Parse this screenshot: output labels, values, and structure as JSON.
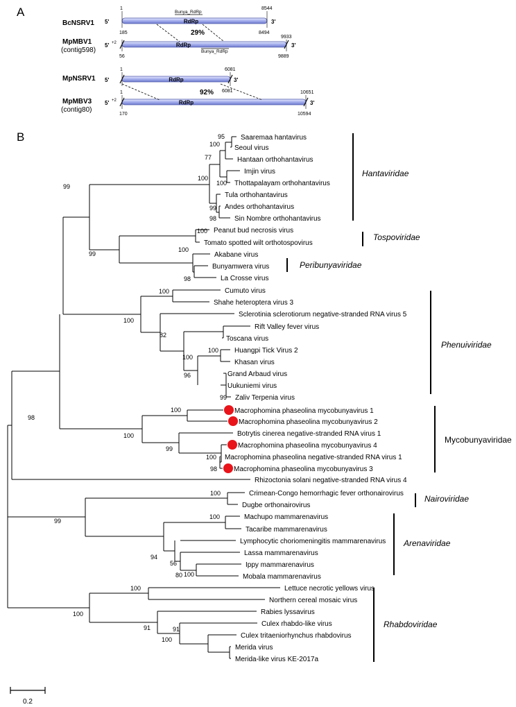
{
  "panel_a": {
    "label": "A",
    "rows": [
      {
        "name": "BcNSRV1",
        "sub": "",
        "five": "5'",
        "three": "3'",
        "start": "1",
        "end": "8544",
        "inner_start": "",
        "inner_end": "",
        "bottom_start": "185",
        "bottom_end": "8494",
        "domain": "RdRp",
        "motif_top": "Bunya_RdRp",
        "motif_bottom": ""
      },
      {
        "name": "MpMBV1",
        "sub": "(contig598)",
        "five": "5'",
        "three": "3'",
        "start": "",
        "end": "9933",
        "inner_start": "+2",
        "inner_end": "",
        "bottom_start": "56",
        "bottom_end": "9889",
        "domain": "RdRp",
        "motif_top": "",
        "motif_bottom": "Bunya_RdRp"
      },
      {
        "name": "MpNSRV1",
        "sub": "",
        "five": "5'",
        "three": "3'",
        "start": "1",
        "end": "6081",
        "inner_start": "",
        "inner_end": "",
        "bottom_start": "",
        "bottom_end": "6081",
        "domain": "RdRp",
        "motif_top": "",
        "motif_bottom": ""
      },
      {
        "name": "MpMBV3",
        "sub": "(contig80)",
        "five": "5'",
        "three": "3'",
        "start": "1",
        "end": "10651",
        "inner_start": "+2",
        "inner_end": "",
        "bottom_start": "170",
        "bottom_end": "10594",
        "domain": "RdRp",
        "motif_top": "",
        "motif_bottom": ""
      }
    ],
    "identities": [
      "29%",
      "92%"
    ]
  },
  "panel_b": {
    "label": "B",
    "scale_label": "0.2",
    "taxa": [
      "Saaremaa hantavirus",
      "Seoul virus",
      "Hantaan orthohantavirus",
      "Imjin virus",
      "Thottapalayam orthohantavirus",
      "Tula orthohantavirus",
      "Andes orthohantavirus",
      "Sin Nombre orthohantavirus",
      "Peanut bud necrosis virus",
      "Tomato spotted wilt orthotospovirus",
      "Akabane virus",
      "Bunyamwera virus",
      "La Crosse virus",
      "Cumuto virus",
      "Shahe heteroptera virus 3",
      "Sclerotinia sclerotiorum negative-stranded RNA virus 5",
      "Rift Valley fever virus",
      "Toscana virus",
      "Huangpi Tick Virus 2",
      "Khasan virus",
      "Grand Arbaud virus",
      "Uukuniemi virus",
      "Zaliv Terpenia virus",
      "Macrophomina phaseolina mycobunyavirus 1",
      "Macrophomina phaseolina mycobunyavirus 2",
      "Botrytis cinerea negative-stranded RNA virus 1",
      "Macrophomina phaseolina mycobunyavirus 4",
      "Macrophomina phaseolina negative-stranded RNA virus 1",
      "Macrophomina phaseolina mycobunyavirus 3",
      "Rhizoctonia solani negative-stranded RNA virus 4",
      "Crimean-Congo hemorrhagic fever orthonairovirus",
      "Dugbe orthonairovirus",
      "Machupo mammarenavirus",
      "Tacaribe mammarenavirus",
      "Lymphocytic choriomeningitis mammarenavirus",
      "Lassa mammarenavirus",
      "Ippy mammarenavirus",
      "Mobala mammarenavirus",
      "Lettuce necrotic yellows virus",
      "Northern cereal mosaic virus",
      "Rabies lyssavirus",
      "Culex rhabdo-like virus",
      "Culex tritaeniorhynchus rhabdovirus",
      "Merida virus",
      "Merida-like virus KE-2017a"
    ],
    "highlight_color": "#e8141a",
    "families": [
      "Hantaviridae",
      "Tospoviridae",
      "Peribunyaviridae",
      "Phenuiviridae",
      "Mycobunyaviridae",
      "Nairoviridae",
      "Arenaviridae",
      "Rhabdoviridae"
    ],
    "bootstrap": [
      "95",
      "100",
      "77",
      "100",
      "100",
      "99",
      "98",
      "100",
      "99",
      "100",
      "98",
      "99",
      "100",
      "100",
      "82",
      "100",
      "100",
      "96",
      "99",
      "100",
      "100",
      "99",
      "100",
      "98",
      "98",
      "100",
      "99",
      "100",
      "94",
      "56",
      "80",
      "100",
      "100",
      "100",
      "91",
      "91",
      "100"
    ]
  }
}
